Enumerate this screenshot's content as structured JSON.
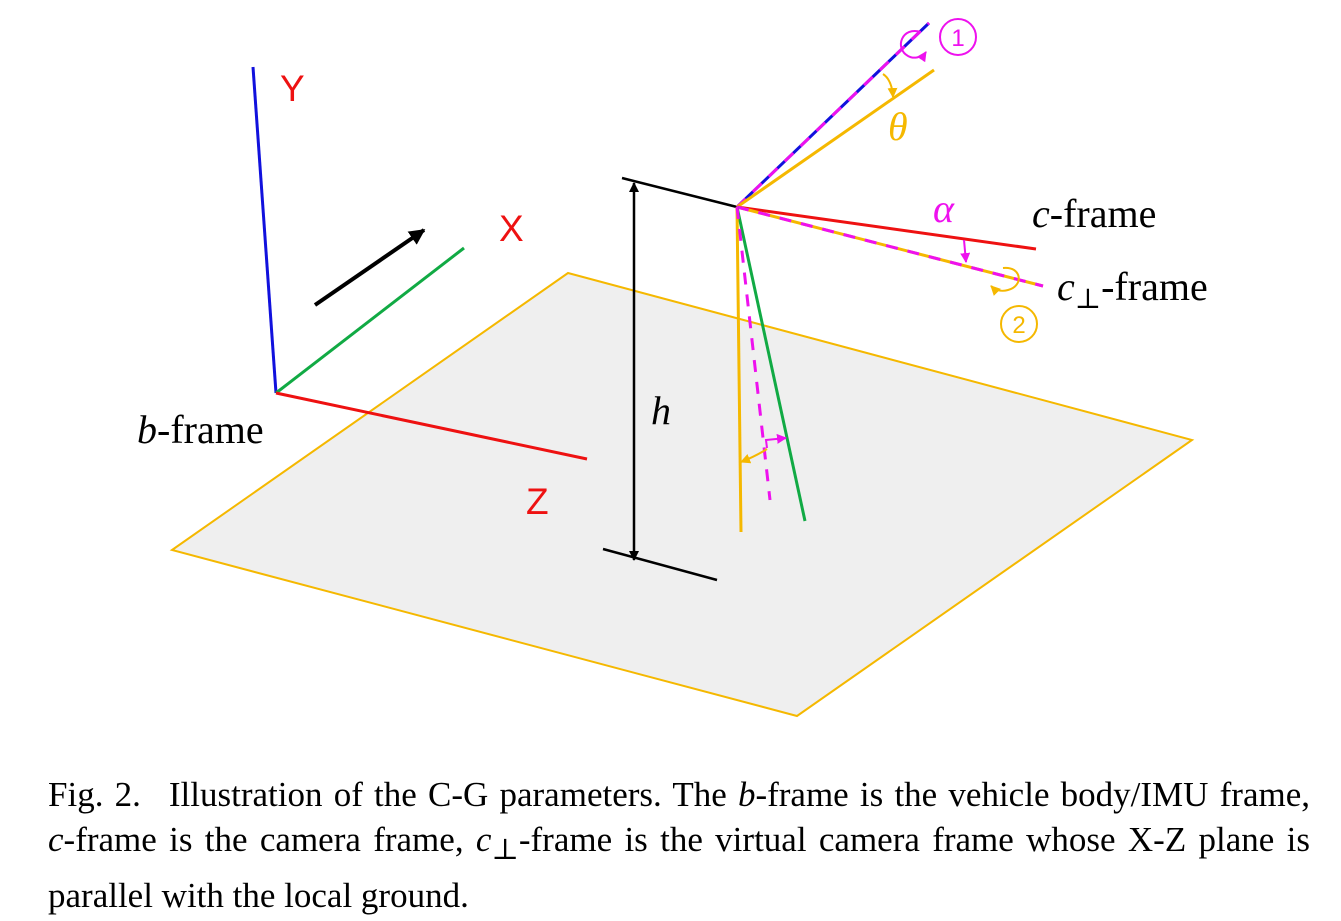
{
  "colors": {
    "red": "#ee1111",
    "blue": "#1111dd",
    "green": "#11aa44",
    "orange": "#f5b800",
    "magenta": "#ee11ee",
    "black": "#000000",
    "plane_fill": "#efefef"
  },
  "labels": {
    "b_axis_y": "Y",
    "b_axis_x": "X",
    "b_axis_z": "Z",
    "b_frame": "b",
    "frame_suffix": "-frame",
    "c_frame": "c",
    "cperp_frame": "c",
    "perp_symbol": "⊥",
    "height": "h",
    "theta": "θ",
    "alpha": "α",
    "step_one": "1",
    "step_two": "2"
  },
  "caption": {
    "label": "Fig. 2.",
    "part1": "Illustration of the C-G parameters. The ",
    "b": "b",
    "part2": "-frame is the vehicle body/IMU frame, ",
    "c": "c",
    "part3": "-frame is the camera frame, ",
    "c2": "c",
    "perp": "⊥",
    "part4": "-frame is the virtual camera frame whose X-Z plane is parallel with the local ground."
  }
}
